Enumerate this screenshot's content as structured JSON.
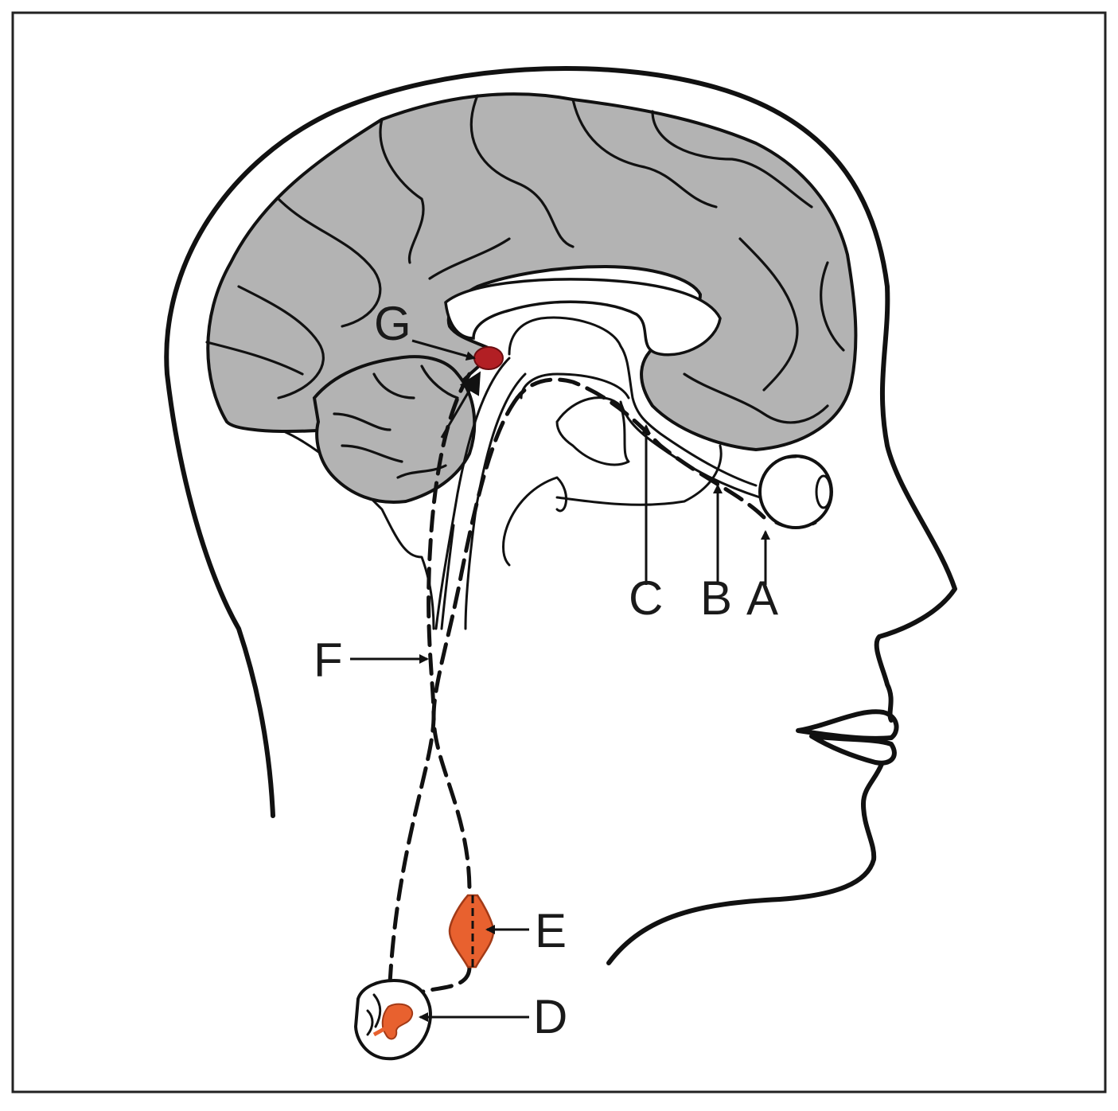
{
  "labels": {
    "A": "A",
    "B": "B",
    "C": "C",
    "D": "D",
    "E": "E",
    "F": "F",
    "G": "G"
  },
  "colors": {
    "brain_gray": "#b3b3b3",
    "pineal_red": "#b21f24",
    "ganglion_orange": "#e8612f",
    "line": "#111111",
    "background": "#ffffff"
  }
}
